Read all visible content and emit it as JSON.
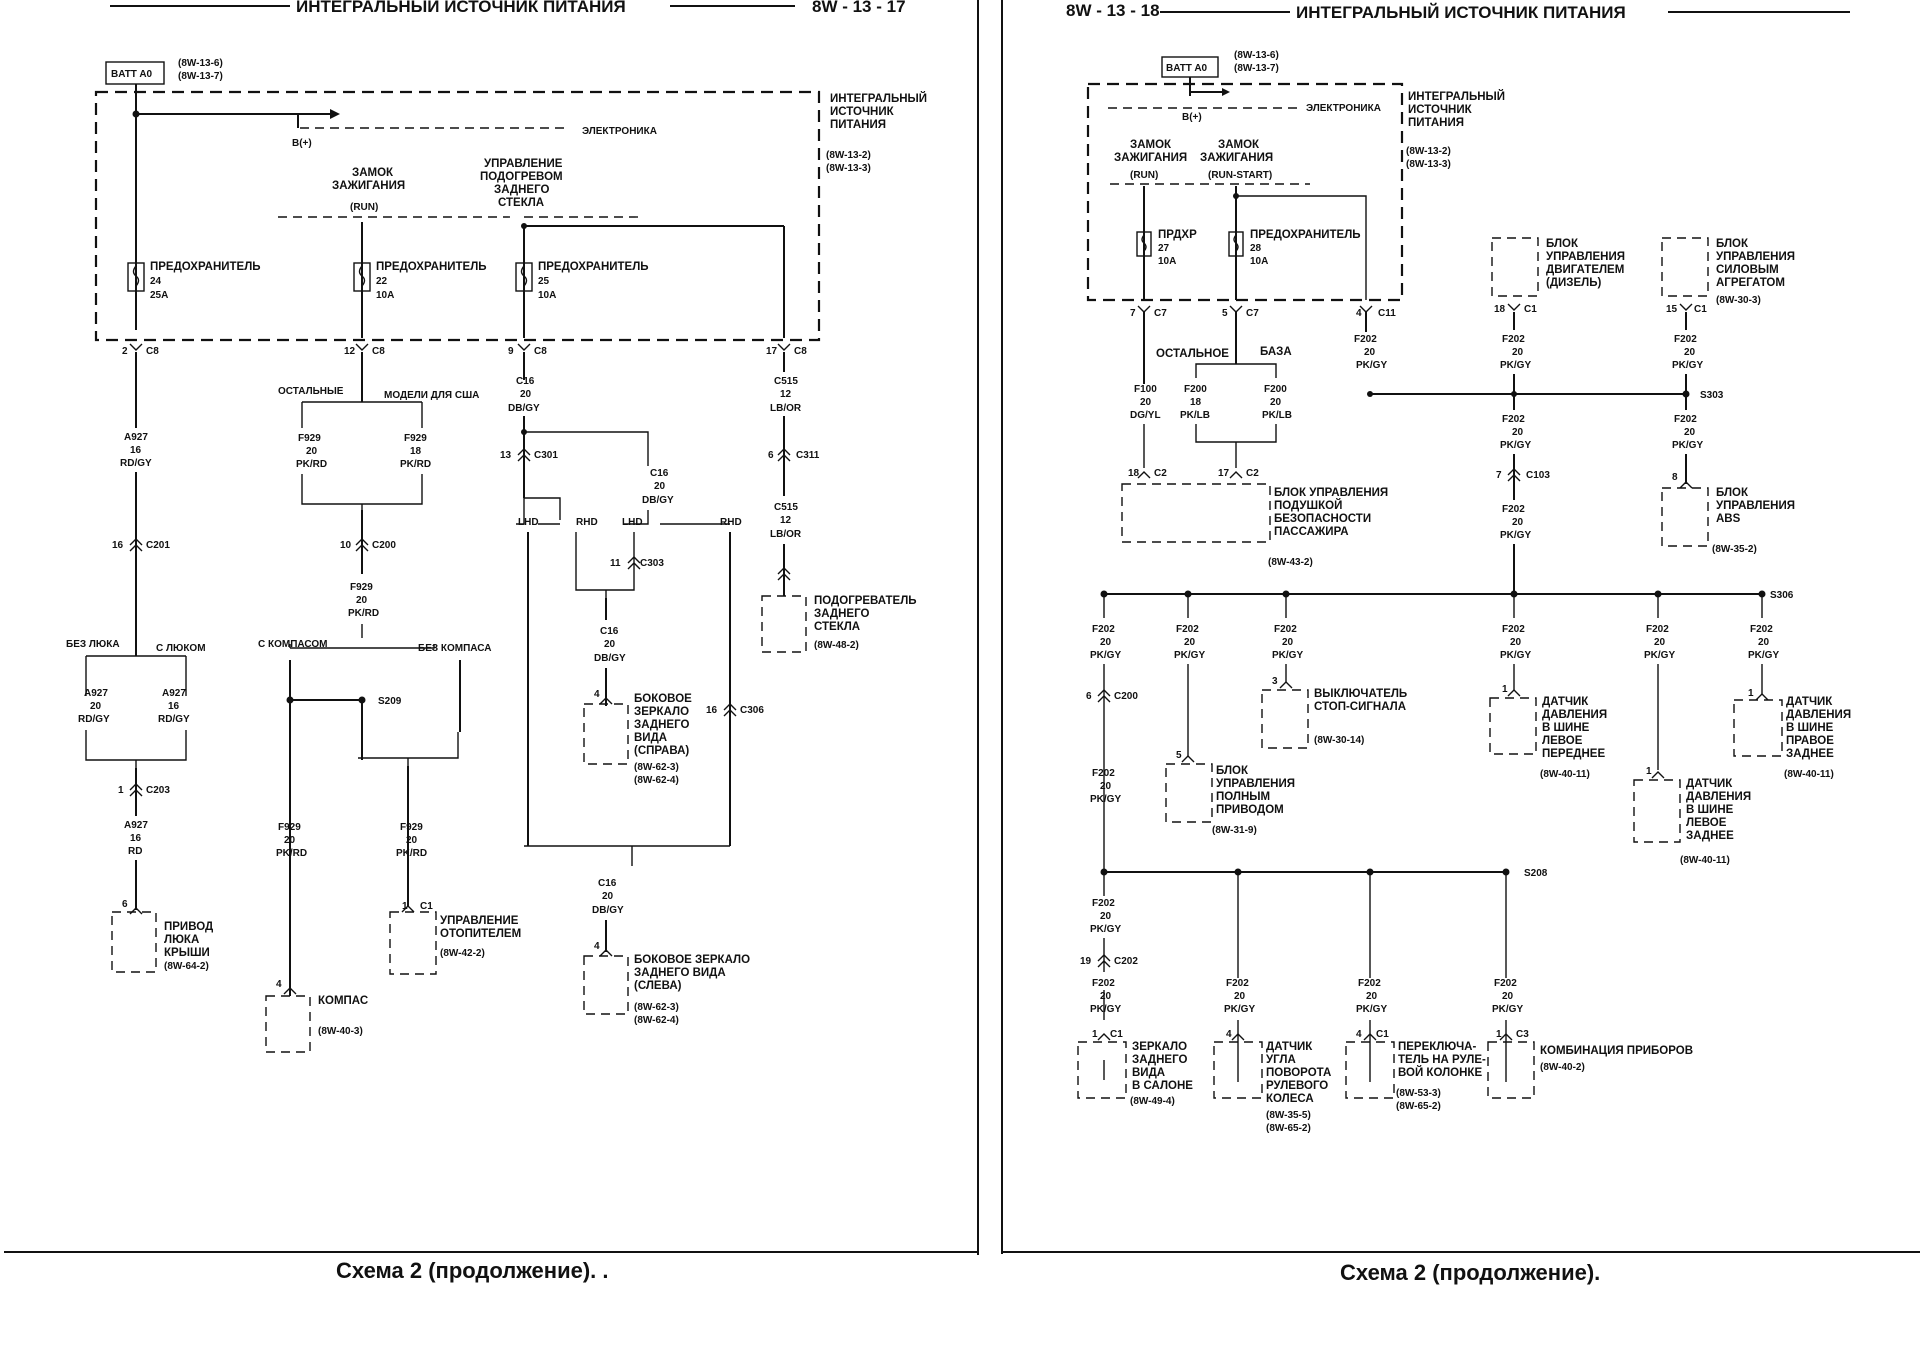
{
  "left_page": {
    "header_title": "ИНТЕГРАЛЬНЫЙ ИСТОЧНИК ПИТАНИЯ",
    "page_number": "8W - 13 - 17",
    "caption": "Схема 2 (продолжение). .",
    "batt": {
      "label": "BATT A0",
      "refs": [
        "(8W-13-6)",
        "(8W-13-7)"
      ]
    },
    "module": {
      "title": [
        "ИНТЕГРАЛЬНЫЙ",
        "ИСТОЧНИК",
        "ПИТАНИЯ"
      ],
      "refs": [
        "(8W-13-2)",
        "(8W-13-3)"
      ],
      "electronics": "ЭЛЕКТРОНИКА",
      "bplus": "B(+)"
    },
    "switch_labels": {
      "ignition": [
        "ЗАМОК",
        "ЗАЖИГАНИЯ",
        "(RUN)"
      ],
      "rear_heat": [
        "УПРАВЛЕНИЕ",
        "ПОДОГРЕВОМ",
        "ЗАДНЕГО",
        "СТЕКЛА"
      ]
    },
    "fuses": [
      {
        "label": "ПРЕДОХРАНИТЕЛЬ",
        "num": "24",
        "amp": "25A"
      },
      {
        "label": "ПРЕДОХРАНИТЕЛЬ",
        "num": "22",
        "amp": "10A"
      },
      {
        "label": "ПРЕДОХРАНИТЕЛЬ",
        "num": "25",
        "amp": "10A"
      }
    ],
    "pins": [
      "2",
      "C8",
      "12",
      "C8",
      "9",
      "C8",
      "17",
      "C8"
    ],
    "wire_a927_top": [
      "A927",
      "16",
      "RD/GY"
    ],
    "c201": [
      "16",
      "C201"
    ],
    "sunroof_opts": [
      "БЕЗ ЛЮКА",
      "С ЛЮКОМ"
    ],
    "a927_left": [
      "A927",
      "20",
      "RD/GY"
    ],
    "a927_right": [
      "A927",
      "16",
      "RD/GY"
    ],
    "c203": [
      "1",
      "C203"
    ],
    "a927_bottom": [
      "A927",
      "16",
      "RD"
    ],
    "sunroof_pin": "6",
    "sunroof": [
      "ПРИВОД",
      "ЛЮКА",
      "КРЫШИ",
      "(8W-64-2)"
    ],
    "f929_opts": [
      "ОСТАЛЬНЫЕ",
      "МОДЕЛИ ДЛЯ США"
    ],
    "f929_left": [
      "F929",
      "20",
      "PK/RD"
    ],
    "f929_right": [
      "F929",
      "18",
      "PK/RD"
    ],
    "c200": [
      "10",
      "C200"
    ],
    "f929_mid": [
      "F929",
      "20",
      "PK/RD"
    ],
    "compass_opts": [
      "С КОМПАСОМ",
      "БЕЗ КОМПАСА"
    ],
    "s209": "S209",
    "f929_bl": [
      "F929",
      "20",
      "PK/RD"
    ],
    "f929_br": [
      "F929",
      "20",
      "PK/RD"
    ],
    "compass_pin": "4",
    "compass": [
      "КОМПАС",
      "(8W-40-3)"
    ],
    "heater_pin": [
      "1",
      "C1"
    ],
    "heater": [
      "УПРАВЛЕНИЕ",
      "ОТОПИТЕЛЕМ",
      "(8W-42-2)"
    ],
    "c16_top": [
      "C16",
      "20",
      "DB/GY"
    ],
    "c301": [
      "13",
      "C301"
    ],
    "c16_mid": [
      "C16",
      "20",
      "DB/GY"
    ],
    "lhd_rhd": [
      "LHD",
      "RHD",
      "LHD",
      "RHD"
    ],
    "c303": [
      "11",
      "C303"
    ],
    "c16_r": [
      "C16",
      "20",
      "DB/GY"
    ],
    "mirror_r_pin": "4",
    "mirror_r": [
      "БОКОВОЕ",
      "ЗЕРКАЛО",
      "ЗАДНЕГО",
      "ВИДА",
      "(СПРАВА)",
      "(8W-62-3)",
      "(8W-62-4)"
    ],
    "c306": [
      "16",
      "C306"
    ],
    "c16_l": [
      "C16",
      "20",
      "DB/GY"
    ],
    "mirror_l_pin": "4",
    "mirror_l": [
      "БОКОВОЕ ЗЕРКАЛО",
      "ЗАДНЕГО ВИДА",
      "(СЛЕВА)",
      "(8W-62-3)",
      "(8W-62-4)"
    ],
    "c515_top": [
      "C515",
      "12",
      "LB/OR"
    ],
    "c311": [
      "6",
      "C311"
    ],
    "c515_bot": [
      "C515",
      "12",
      "LB/OR"
    ],
    "rear_heater": [
      "ПОДОГРЕВАТЕЛЬ",
      "ЗАДНЕГО",
      "СТЕКЛА",
      "(8W-48-2)"
    ]
  },
  "right_page": {
    "header_title": "ИНТЕГРАЛЬНЫЙ ИСТОЧНИК ПИТАНИЯ",
    "page_number": "8W - 13 - 18",
    "caption": "Схема 2 (продолжение).",
    "batt": {
      "label": "BATT A0",
      "refs": [
        "(8W-13-6)",
        "(8W-13-7)"
      ]
    },
    "module": {
      "title": [
        "ИНТЕГРАЛЬНЫЙ",
        "ИСТОЧНИК",
        "ПИТАНИЯ"
      ],
      "refs": [
        "(8W-13-2)",
        "(8W-13-3)"
      ],
      "electronics": "ЭЛЕКТРОНИКА",
      "bplus": "B(+)"
    },
    "ign_run": [
      "ЗАМОК",
      "ЗАЖИГАНИЯ",
      "(RUN)"
    ],
    "ign_runstart": [
      "ЗАМОК",
      "ЗАЖИГАНИЯ",
      "(RUN-START)"
    ],
    "fuse_a": [
      "ПРДХР",
      "27",
      "10A"
    ],
    "fuse_b": [
      "ПРЕДОХРАНИТЕЛЬ",
      "28",
      "10A"
    ],
    "pins": [
      "7",
      "C7",
      "5",
      "C7",
      "4",
      "C11"
    ],
    "f202_top": [
      "F202",
      "20",
      "PK/GY"
    ],
    "base_opts": [
      "ОСТАЛЬНОЕ",
      "БАЗА"
    ],
    "f100": [
      "F100",
      "20",
      "DG/YL"
    ],
    "f200_l": [
      "F200",
      "18",
      "PK/LB"
    ],
    "f200_r": [
      "F200",
      "20",
      "PK/LB"
    ],
    "airbag_pins": [
      "18",
      "C2",
      "17",
      "C2"
    ],
    "airbag": [
      "БЛОК УПРАВЛЕНИЯ",
      "ПОДУШКОЙ",
      "БЕЗОПАСНОСТИ",
      "ПАССАЖИРА",
      "(8W-43-2)"
    ],
    "ecm": [
      "БЛОК",
      "УПРАВЛЕНИЯ",
      "ДВИГАТЕЛЕМ",
      "(ДИЗЕЛЬ)"
    ],
    "ecm_pin": [
      "18",
      "C1"
    ],
    "pcm": [
      "БЛОК",
      "УПРАВЛЕНИЯ",
      "СИЛОВЫМ",
      "АГРЕГАТОМ",
      "(8W-30-3)"
    ],
    "pcm_pin": [
      "15",
      "C1"
    ],
    "f202_ecm": [
      "F202",
      "20",
      "PK/GY"
    ],
    "f202_pcm": [
      "F202",
      "20",
      "PK/GY"
    ],
    "s303": "S303",
    "f202_c103a": [
      "F202",
      "20",
      "PK/GY"
    ],
    "c103": [
      "7",
      "C103"
    ],
    "f202_c103b": [
      "F202",
      "20",
      "PK/GY"
    ],
    "f202_abs": [
      "F202",
      "20",
      "PK/GY"
    ],
    "abs_pin": "8",
    "abs": [
      "БЛОК",
      "УПРАВЛЕНИЯ",
      "ABS",
      "(8W-35-2)"
    ],
    "s306": "S306",
    "f202_row": [
      "F202",
      "20",
      "PK/GY"
    ],
    "c200": [
      "6",
      "C200"
    ],
    "f202_4wd": [
      "F202",
      "20",
      "PK/GY"
    ],
    "awd_pin": "5",
    "awd": [
      "БЛОК",
      "УПРАВЛЕНИЯ",
      "ПОЛНЫМ",
      "ПРИВОДОМ",
      "(8W-31-9)"
    ],
    "brake_pin": "3",
    "brake": [
      "ВЫКЛЮЧАТЕЛЬ",
      "СТОП-СИГНАЛА",
      "(8W-30-14)"
    ],
    "tp_pin": "1",
    "tp_lf": [
      "ДАТЧИК",
      "ДАВЛЕНИЯ",
      "В ШИНЕ",
      "ЛЕВОЕ",
      "ПЕРЕДНЕЕ",
      "(8W-40-11)"
    ],
    "tp_lr": [
      "ДАТЧИК",
      "ДАВЛЕНИЯ",
      "В ШИНЕ",
      "ЛЕВОЕ",
      "ЗАДНЕЕ",
      "(8W-40-11)"
    ],
    "tp_rr": [
      "ДАТЧИК",
      "ДАВЛЕНИЯ",
      "В ШИНЕ",
      "ПРАВОЕ",
      "ЗАДНЕЕ",
      "(8W-40-11)"
    ],
    "s208": "S208",
    "f202_s208": [
      "F202",
      "20",
      "PK/GY"
    ],
    "c202": [
      "19",
      "C202"
    ],
    "f202_bottom": [
      "F202",
      "20",
      "PK/GY"
    ],
    "mirror_pin": [
      "1",
      "C1"
    ],
    "mirror": [
      "ЗЕРКАЛО",
      "ЗАДНЕГО",
      "ВИДА",
      "В САЛОНЕ",
      "(8W-49-4)"
    ],
    "steer_pin": "4",
    "steer": [
      "ДАТЧИК",
      "УГЛА",
      "ПОВОРОТА",
      "РУЛЕВОГО",
      "КОЛЕСА",
      "(8W-35-5)",
      "(8W-65-2)"
    ],
    "column_pin": [
      "4",
      "C1"
    ],
    "column": [
      "ПЕРЕКЛЮЧА-",
      "ТЕЛЬ НА РУЛЕ-",
      "ВОЙ КОЛОНКЕ",
      "(8W-53-3)",
      "(8W-65-2)"
    ],
    "cluster_pin": [
      "1",
      "C3"
    ],
    "cluster": [
      "КОМБИНАЦИЯ ПРИБОРОВ",
      "(8W-40-2)"
    ]
  }
}
